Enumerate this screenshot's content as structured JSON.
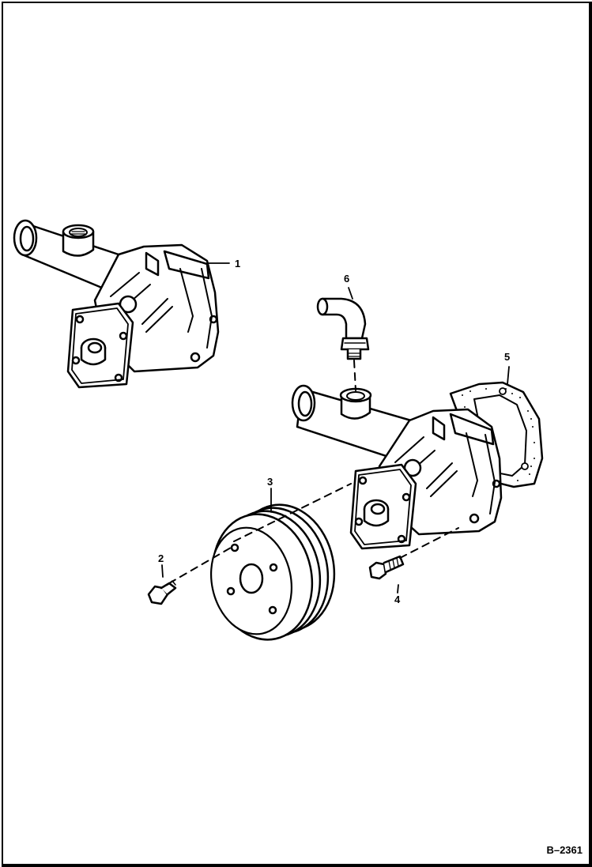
{
  "callouts": {
    "c1": "1",
    "c2": "2",
    "c3": "3",
    "c4": "4",
    "c5": "5",
    "c6": "6"
  },
  "figure_id": "B–2361",
  "colors": {
    "ink": "#000000",
    "paper": "#ffffff"
  }
}
